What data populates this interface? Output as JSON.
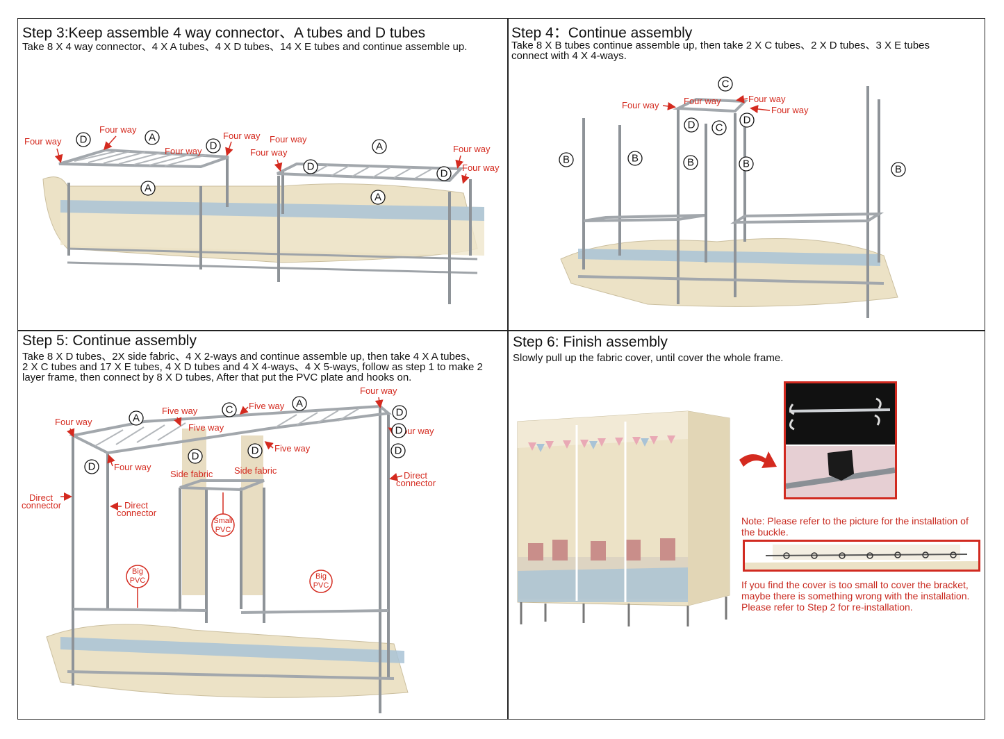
{
  "steps": [
    {
      "title": "Step 3:Keep assemble 4 way connector、A tubes and D tubes",
      "desc": [
        "Take 8 X 4 way connector、4 X A tubes、4 X D tubes、14 X E tubes and continue assemble up."
      ]
    },
    {
      "title": "Step 4：Continue assembly",
      "desc": [
        "Take 8 X B tubes continue assemble up, then take 2 X C tubes、2 X D tubes、3 X E tubes",
        "connect with 4 X 4-ways."
      ]
    },
    {
      "title": "Step 5: Continue assembly",
      "desc": [
        "Take 8 X D tubes、2X side fabric、4 X 2-ways and continue assemble up, then take 4 X A tubes、",
        "2 X C tubes and 17 X E tubes, 4 X D tubes and 4 X 4-ways、4 X 5-ways, follow as step 1 to make 2",
        "layer frame, then connect by 8 X D tubes, After that put the PVC plate and hooks on."
      ]
    },
    {
      "title": "Step 6: Finish assembly",
      "desc": [
        "Slowly pull up the fabric cover, until cover the whole frame."
      ]
    }
  ],
  "labels": {
    "four_way": "Four way",
    "five_way": "Five way",
    "side_fabric": "Side fabric",
    "direct": "Direct",
    "connector": "connector",
    "small": "Small",
    "big": "Big",
    "pvc": "PVC"
  },
  "letters": {
    "a": "A",
    "b": "B",
    "c": "C",
    "d": "D"
  },
  "notes": {
    "buckle": [
      "Note: Please refer to the picture for the installation of",
      "the buckle."
    ],
    "warning": [
      "If you find the cover is too small to cover the bracket,",
      "maybe there is something wrong with the installation.",
      "Please refer to Step 2 for re-installation."
    ]
  },
  "colors": {
    "label_red": "#d42a1f",
    "frame": "#9ea3a8",
    "fabric": "#e8dcc0",
    "fabric_blue": "#a9c3d6"
  }
}
